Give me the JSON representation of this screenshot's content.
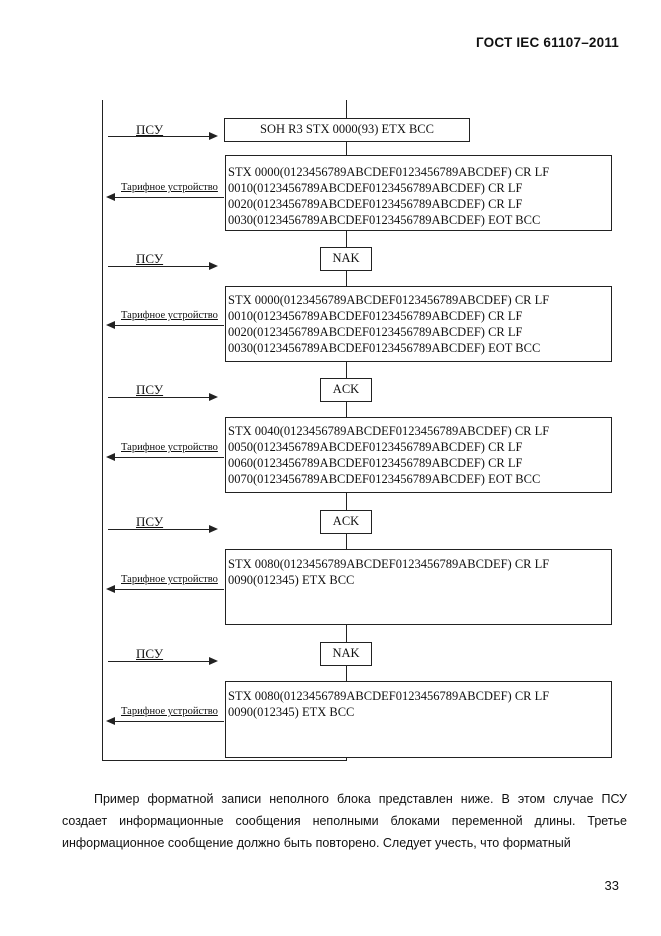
{
  "header": {
    "standard": "ГОСТ IEC 61107–2011"
  },
  "diagram": {
    "psu_label": "ПСУ",
    "device_label": "Тарифное устройство",
    "request": "SOH R3 STX 0000(93) ETX BCC",
    "nak": "NAK",
    "ack": "ACK",
    "block1": [
      "STX 0000(0123456789ABCDEF0123456789ABCDEF) CR LF",
      "0010(0123456789ABCDEF0123456789ABCDEF) CR LF",
      "0020(0123456789ABCDEF0123456789ABCDEF) CR LF",
      "0030(0123456789ABCDEF0123456789ABCDEF) EOT BCC"
    ],
    "block2": [
      "STX 0000(0123456789ABCDEF0123456789ABCDEF) CR LF",
      "0010(0123456789ABCDEF0123456789ABCDEF) CR LF",
      "0020(0123456789ABCDEF0123456789ABCDEF) CR LF",
      "0030(0123456789ABCDEF0123456789ABCDEF) EOT BCC"
    ],
    "block3": [
      "STX 0040(0123456789ABCDEF0123456789ABCDEF) CR LF",
      "0050(0123456789ABCDEF0123456789ABCDEF) CR LF",
      "0060(0123456789ABCDEF0123456789ABCDEF) CR LF",
      "0070(0123456789ABCDEF0123456789ABCDEF) EOT BCC"
    ],
    "block4": [
      "STX 0080(0123456789ABCDEF0123456789ABCDEF) CR LF",
      "0090(012345) ETX BCC"
    ],
    "block5": [
      "STX 0080(0123456789ABCDEF0123456789ABCDEF) CR LF",
      "0090(012345) ETX BCC"
    ]
  },
  "paragraph": "Пример форматной записи неполного блока представлен ниже. В этом случае ПСУ создает информационные сообщения неполными блоками переменной длины. Третье информационное сообщение должно быть повторено. Следует учесть, что форматный",
  "page_number": "33"
}
